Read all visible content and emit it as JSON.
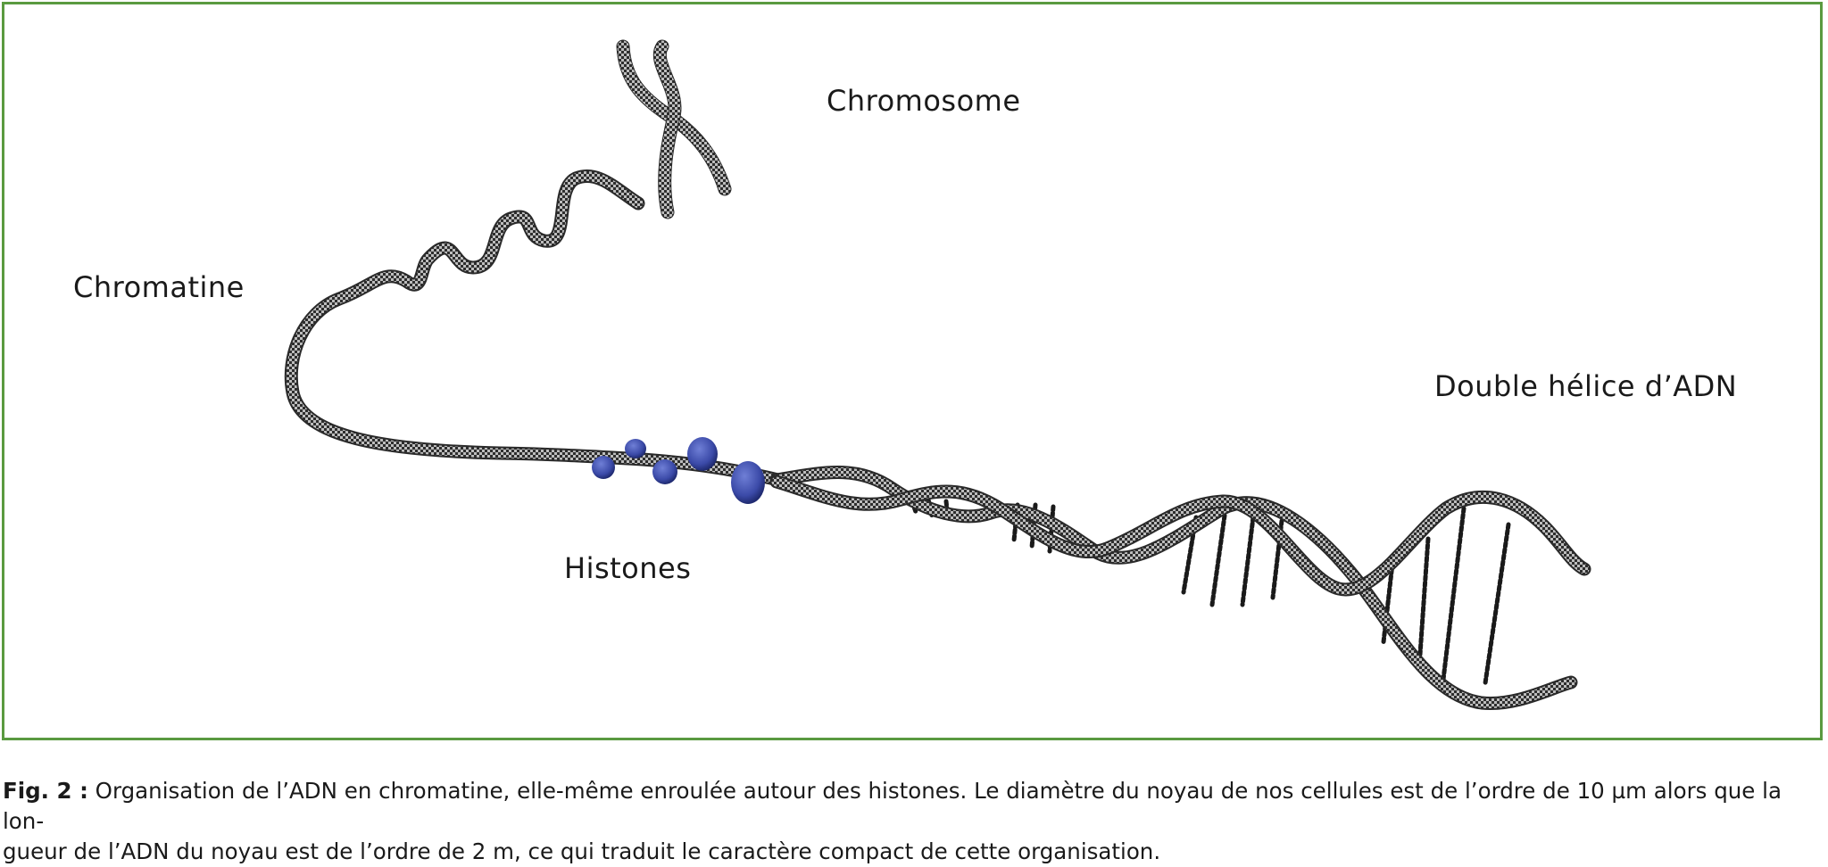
{
  "labels": {
    "chromosome": "Chromosome",
    "chromatine": "Chromatine",
    "histones": "Histones",
    "double_helix": "Double hélice d’ADN"
  },
  "caption": {
    "prefix": "Fig. 2 :",
    "line1": " Organisation de l’ADN en chromatine, elle-même enroulée autour des histones. Le diamètre du noyau de nos cellules est de l’ordre de 10 µm alors que la lon-",
    "line2": "gueur de l’ADN du noyau est de l’ordre de 2 m, ce qui traduit le caractère compact de cette organisation."
  },
  "colors": {
    "frame": "#5a9a40",
    "strand": "#3a3a3a",
    "histone": "#3b4aa8"
  }
}
